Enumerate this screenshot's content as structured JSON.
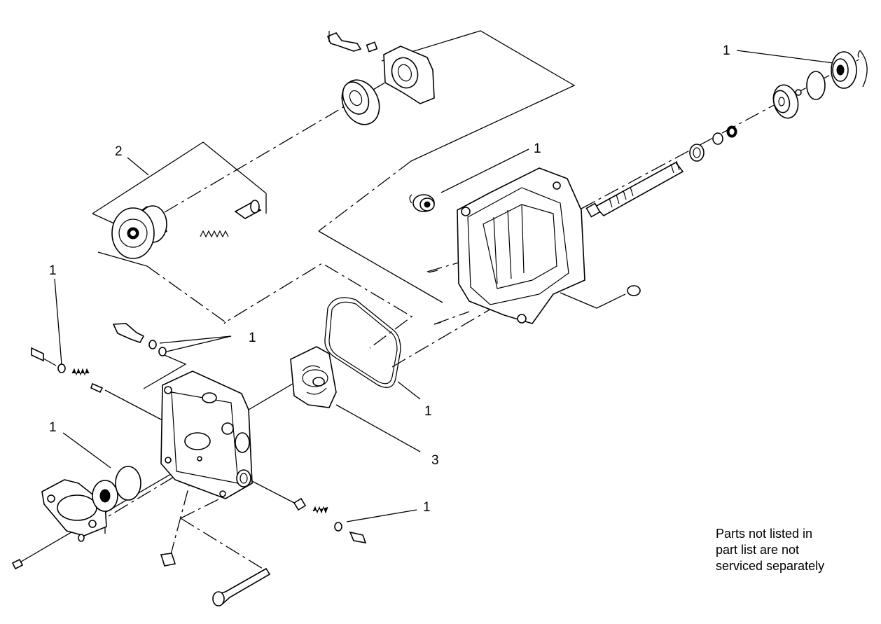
{
  "diagram": {
    "callouts": [
      {
        "id": "c1",
        "label": "1"
      },
      {
        "id": "c2",
        "label": "1"
      },
      {
        "id": "c3",
        "label": "2"
      },
      {
        "id": "c4",
        "label": "1"
      },
      {
        "id": "c5",
        "label": "1"
      },
      {
        "id": "c6",
        "label": "1"
      },
      {
        "id": "c7",
        "label": "3"
      },
      {
        "id": "c8",
        "label": "1"
      },
      {
        "id": "c9",
        "label": "1"
      }
    ],
    "note": {
      "lines": [
        "Parts not listed in",
        "part list are not",
        "serviced separately"
      ]
    }
  }
}
